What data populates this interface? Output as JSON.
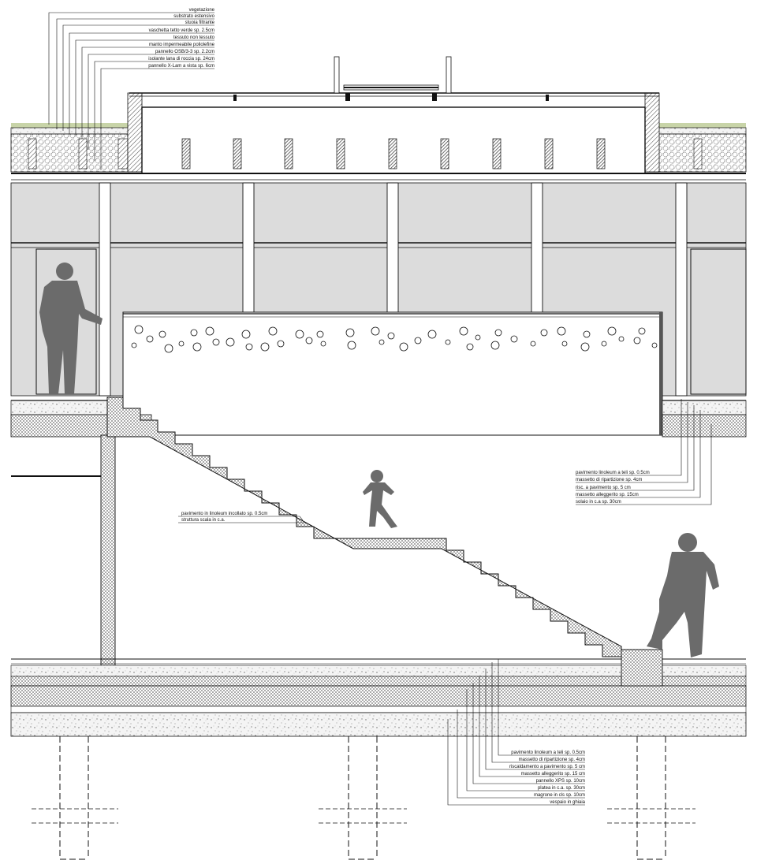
{
  "roof_labels": [
    "vegetazione",
    "substrato estensivo",
    "stuoia filtrante",
    "vaschetta tetto verde sp. 2.5cm",
    "tessuto non tessuto",
    "manto impermeabile poliolefine",
    "pannello OSB/3-3 sp. 2.2cm",
    "isolante lana di roccia sp. 24cm",
    "pannello X-Lam a vista sp. 6cm"
  ],
  "stair_labels": [
    "pavimento in linoleum incollato sp. 0.5cm",
    "struttura scala in c.a."
  ],
  "mezzanine_labels": [
    "pavimento linoleum a teli sp. 0.5cm",
    "massetto di ripartizione sp. 4cm",
    "risc. a pavimento sp. 5 cm",
    "massetto alleggerito sp. 15cm",
    "solaio in c.a sp. 30cm"
  ],
  "foundation_labels": [
    "pavimento linoleum a teli sp. 0.5cm",
    "massetto di ripartizione sp. 4cm",
    "riscaldamento a pavimento sp. 5 cm",
    "massetto alleggerito sp. 15 cm",
    "pannello XPS sp. 10cm",
    "platea in c.a. sp. 30cm",
    "magrone in cls sp. 10cm",
    "vespaio in ghiaia"
  ],
  "colors": {
    "line": "#111111",
    "glass": "#dcdcdc",
    "figure": "#6b6b6b",
    "vegetation": "#c8d4a8",
    "concrete_hatch": "#555555",
    "gravel": "#8a8a8a"
  }
}
